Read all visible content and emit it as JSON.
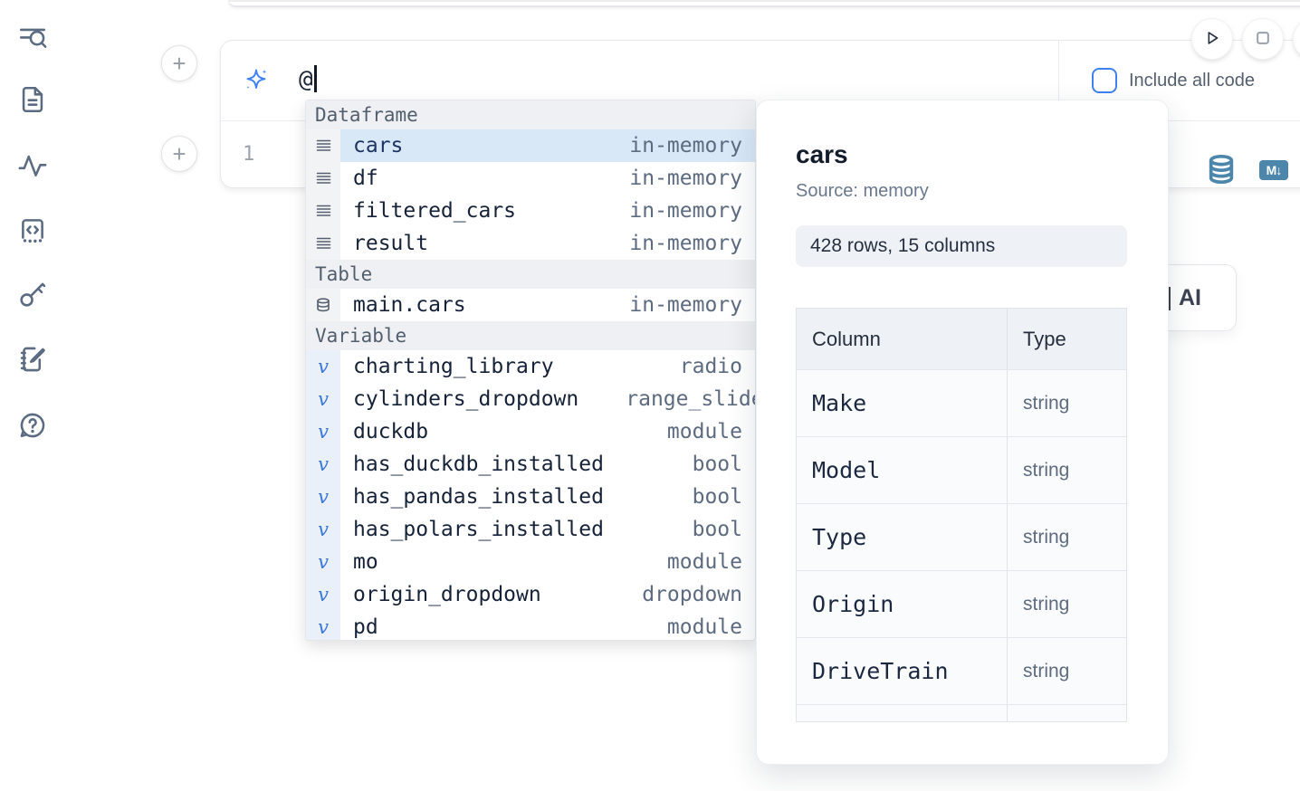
{
  "sidebar": {
    "items": [
      {
        "name": "search",
        "icon": "search-list-icon"
      },
      {
        "name": "files",
        "icon": "file-text-icon"
      },
      {
        "name": "tracing",
        "icon": "activity-icon"
      },
      {
        "name": "snippets",
        "icon": "code-square-icon"
      },
      {
        "name": "secrets",
        "icon": "key-icon"
      },
      {
        "name": "scratchpad",
        "icon": "notebook-pen-icon"
      },
      {
        "name": "help",
        "icon": "help-chat-icon"
      }
    ]
  },
  "run_controls": {
    "run_icon": "play-icon",
    "stop_icon": "stop-icon"
  },
  "prompt_cell": {
    "sparkle_icon": "ai-sparkle-icon",
    "value": "@",
    "include_all_code": {
      "checked": false,
      "label": "Include all code"
    }
  },
  "code_cell": {
    "line_number": "1",
    "actions": [
      {
        "icon": "database-icon"
      },
      {
        "icon": "markdown-icon",
        "badge": "M↓"
      }
    ]
  },
  "autocomplete": {
    "selected_item": "cars",
    "sections": [
      {
        "label": "Dataframe",
        "items": [
          {
            "name": "cars",
            "type": "in-memory"
          },
          {
            "name": "df",
            "type": "in-memory"
          },
          {
            "name": "filtered_cars",
            "type": "in-memory"
          },
          {
            "name": "result",
            "type": "in-memory"
          }
        ]
      },
      {
        "label": "Table",
        "items": [
          {
            "name": "main.cars",
            "type": "in-memory"
          }
        ]
      },
      {
        "label": "Variable",
        "items": [
          {
            "name": "charting_library",
            "type": "radio"
          },
          {
            "name": "cylinders_dropdown",
            "type": "range_slider"
          },
          {
            "name": "duckdb",
            "type": "module"
          },
          {
            "name": "has_duckdb_installed",
            "type": "bool"
          },
          {
            "name": "has_pandas_installed",
            "type": "bool"
          },
          {
            "name": "has_polars_installed",
            "type": "bool"
          },
          {
            "name": "mo",
            "type": "module"
          },
          {
            "name": "origin_dropdown",
            "type": "dropdown"
          },
          {
            "name": "pd",
            "type": "module"
          }
        ]
      }
    ]
  },
  "data_preview": {
    "title": "cars",
    "source": "Source: memory",
    "badge": "428 rows, 15 columns",
    "table": {
      "headers": [
        "Column",
        "Type"
      ],
      "rows": [
        {
          "column": "Make",
          "type": "string"
        },
        {
          "column": "Model",
          "type": "string"
        },
        {
          "column": "Type",
          "type": "string"
        },
        {
          "column": "Origin",
          "type": "string"
        },
        {
          "column": "DriveTrain",
          "type": "string"
        }
      ]
    }
  },
  "ai_button": {
    "label": "AI"
  },
  "colors": {
    "accent_blue": "#3e82f5",
    "steel_blue": "#4d86ab",
    "selection_blue": "#d8e8f7",
    "sidebar_icon": "#5b6b82"
  }
}
